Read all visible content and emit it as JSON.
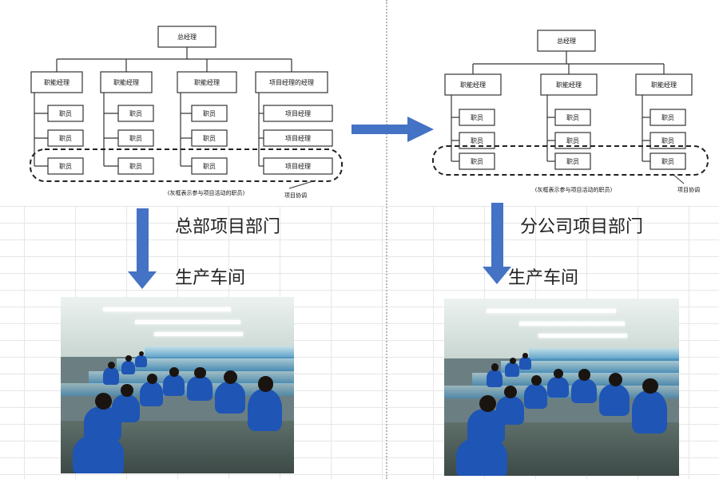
{
  "left": {
    "top": "总经理",
    "columns": [
      {
        "head": "职能经理",
        "items": [
          "职员",
          "职员",
          "职员"
        ]
      },
      {
        "head": "职能经理",
        "items": [
          "职员",
          "职员",
          "职员"
        ]
      },
      {
        "head": "职能经理",
        "items": [
          "职员",
          "职员",
          "职员"
        ]
      },
      {
        "head": "项目经理的经理",
        "items": [
          "项目经理",
          "项目经理",
          "项目经理"
        ]
      }
    ],
    "caption": "(灰框表示参与项目活动的职员)",
    "coordination": "项目协调",
    "department_label": "总部项目部门",
    "workshop_label": "生产车间"
  },
  "right": {
    "top": "总经理",
    "columns": [
      {
        "head": "职能经理",
        "items": [
          "职员",
          "职员",
          "职员"
        ]
      },
      {
        "head": "职能经理",
        "items": [
          "职员",
          "职员",
          "职员"
        ]
      },
      {
        "head": "职能经理",
        "items": [
          "职员",
          "职员",
          "职员"
        ]
      }
    ],
    "caption": "(灰框表示参与项目活动的职员)",
    "coordination": "项目协调",
    "department_label": "分公司项目部门",
    "workshop_label": "生产车间"
  },
  "colors": {
    "arrow": "#4472c4",
    "uniform": "#1f55b4"
  }
}
